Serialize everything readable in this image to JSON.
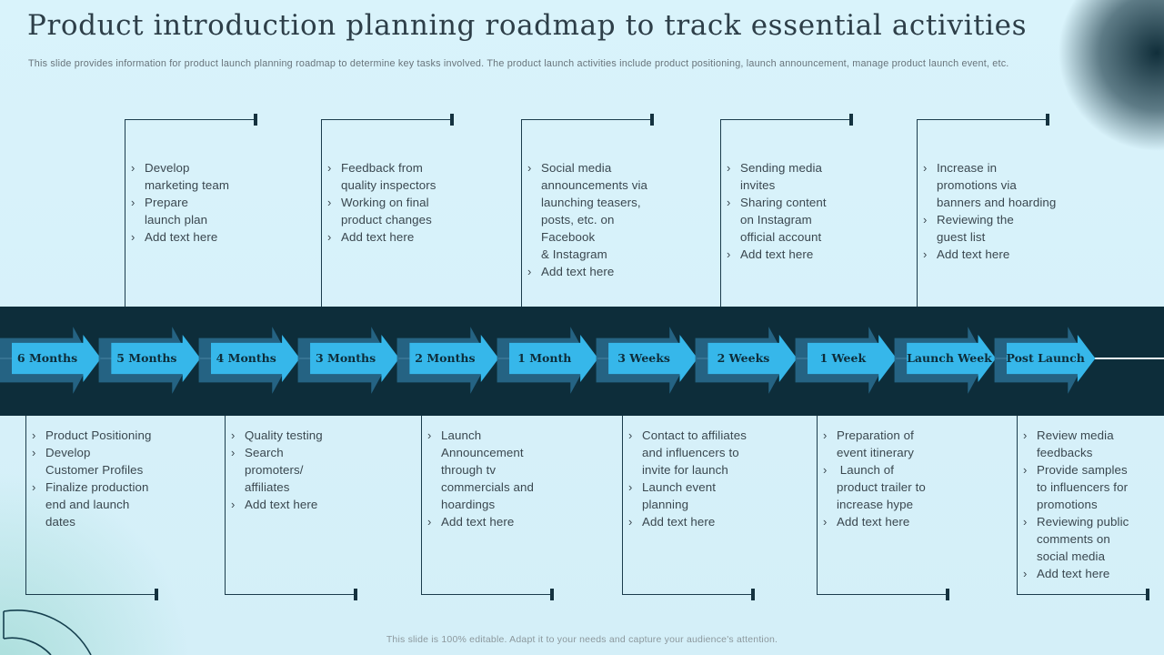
{
  "slide": {
    "title": "Product introduction planning roadmap to track essential activities",
    "subtitle": "This slide provides information for product launch planning roadmap to determine key tasks involved. The product launch activities include product positioning, launch announcement, manage product launch event, etc.",
    "footer": "This slide is 100% editable. Adapt it to your needs and capture your audience's attention."
  },
  "bullet_char": "›",
  "colors": {
    "background": "#d7f1f9",
    "band": "#0d2d3a",
    "arrow": "#36b7ea",
    "arrow_echo": "#27688a",
    "arrow_text": "#0d2d3a",
    "box_border": "#1b3c4c",
    "body_text": "#3a474f",
    "title_text": "#2d3e48",
    "subtitle_text": "#68747b",
    "footer_text": "#8c989d",
    "timeline_line": "#eaf7fc"
  },
  "timeline": {
    "labels": [
      "6 Months",
      "5 Months",
      "4 Months",
      "3 Months",
      "2 Months",
      "1 Month",
      "3 Weeks",
      "2 Weeks",
      "1 Week",
      "Launch Week",
      "Post Launch"
    ]
  },
  "top_boxes": [
    {
      "items": [
        "Develop\nmarketing team",
        "Prepare\nlaunch plan",
        "Add text here"
      ]
    },
    {
      "items": [
        "Feedback from\nquality inspectors",
        "Working on final\nproduct changes",
        "Add text here"
      ]
    },
    {
      "items": [
        "Social media\nannouncements via\nlaunching teasers,\nposts, etc. on\nFacebook\n& Instagram",
        "Add text here"
      ]
    },
    {
      "items": [
        "Sending media\ninvites",
        "Sharing content\non Instagram\nofficial account",
        "Add text here"
      ]
    },
    {
      "items": [
        "Increase in\npromotions via\nbanners and hoarding",
        "Reviewing the\nguest list",
        "Add text here"
      ]
    }
  ],
  "bottom_boxes": [
    {
      "items": [
        "Product Positioning",
        "Develop\nCustomer Profiles",
        "Finalize production\nend and launch\ndates"
      ]
    },
    {
      "items": [
        "Quality testing",
        "Search\npromoters/\naffiliates",
        "Add text here"
      ]
    },
    {
      "items": [
        "Launch\nAnnouncement\nthrough tv\ncommercials and\nhoardings",
        "Add text here"
      ]
    },
    {
      "items": [
        "Contact to affiliates\nand influencers to\ninvite for launch",
        "Launch event\nplanning",
        "Add text here"
      ]
    },
    {
      "items": [
        "Preparation of\nevent itinerary",
        " Launch of\nproduct trailer to\nincrease hype",
        "Add text here"
      ]
    },
    {
      "items": [
        "Review media\nfeedbacks",
        "Provide samples\nto influencers for\npromotions",
        "Reviewing public\ncomments on\nsocial media",
        "Add text here"
      ]
    }
  ]
}
